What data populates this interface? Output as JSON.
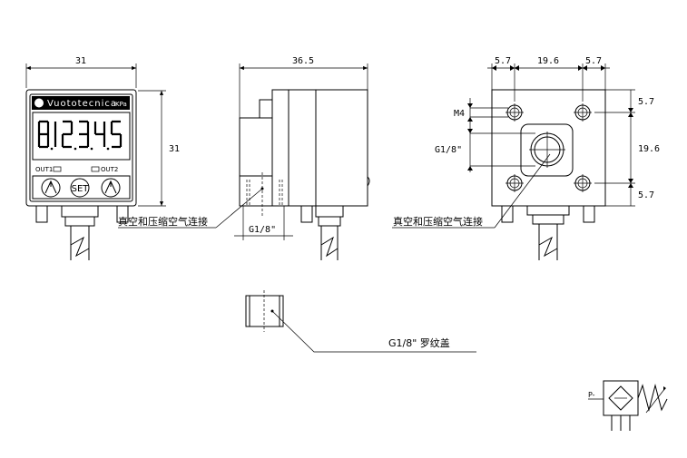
{
  "front_view": {
    "width_dim": "31",
    "height_dim": "31",
    "brand": "Vuototecnica",
    "unit": "KPa",
    "out1": "OUT1",
    "out2": "OUT2",
    "set_label": "SET"
  },
  "side_view": {
    "width_dim": "36.5",
    "port_label": "G1/8\"",
    "connection_label": "真空和压缩空气连接"
  },
  "rear_view": {
    "top_dims": [
      "5.7",
      "19.6",
      "5.7"
    ],
    "right_dims": [
      "5.7",
      "19.6",
      "5.7"
    ],
    "thread_label": "M4",
    "port_label": "G1/8\"",
    "connection_label": "真空和压缩空气连接"
  },
  "cap": {
    "label": "G1/8\" 罗纹盖"
  },
  "symbol": {
    "port_label": "P-"
  }
}
